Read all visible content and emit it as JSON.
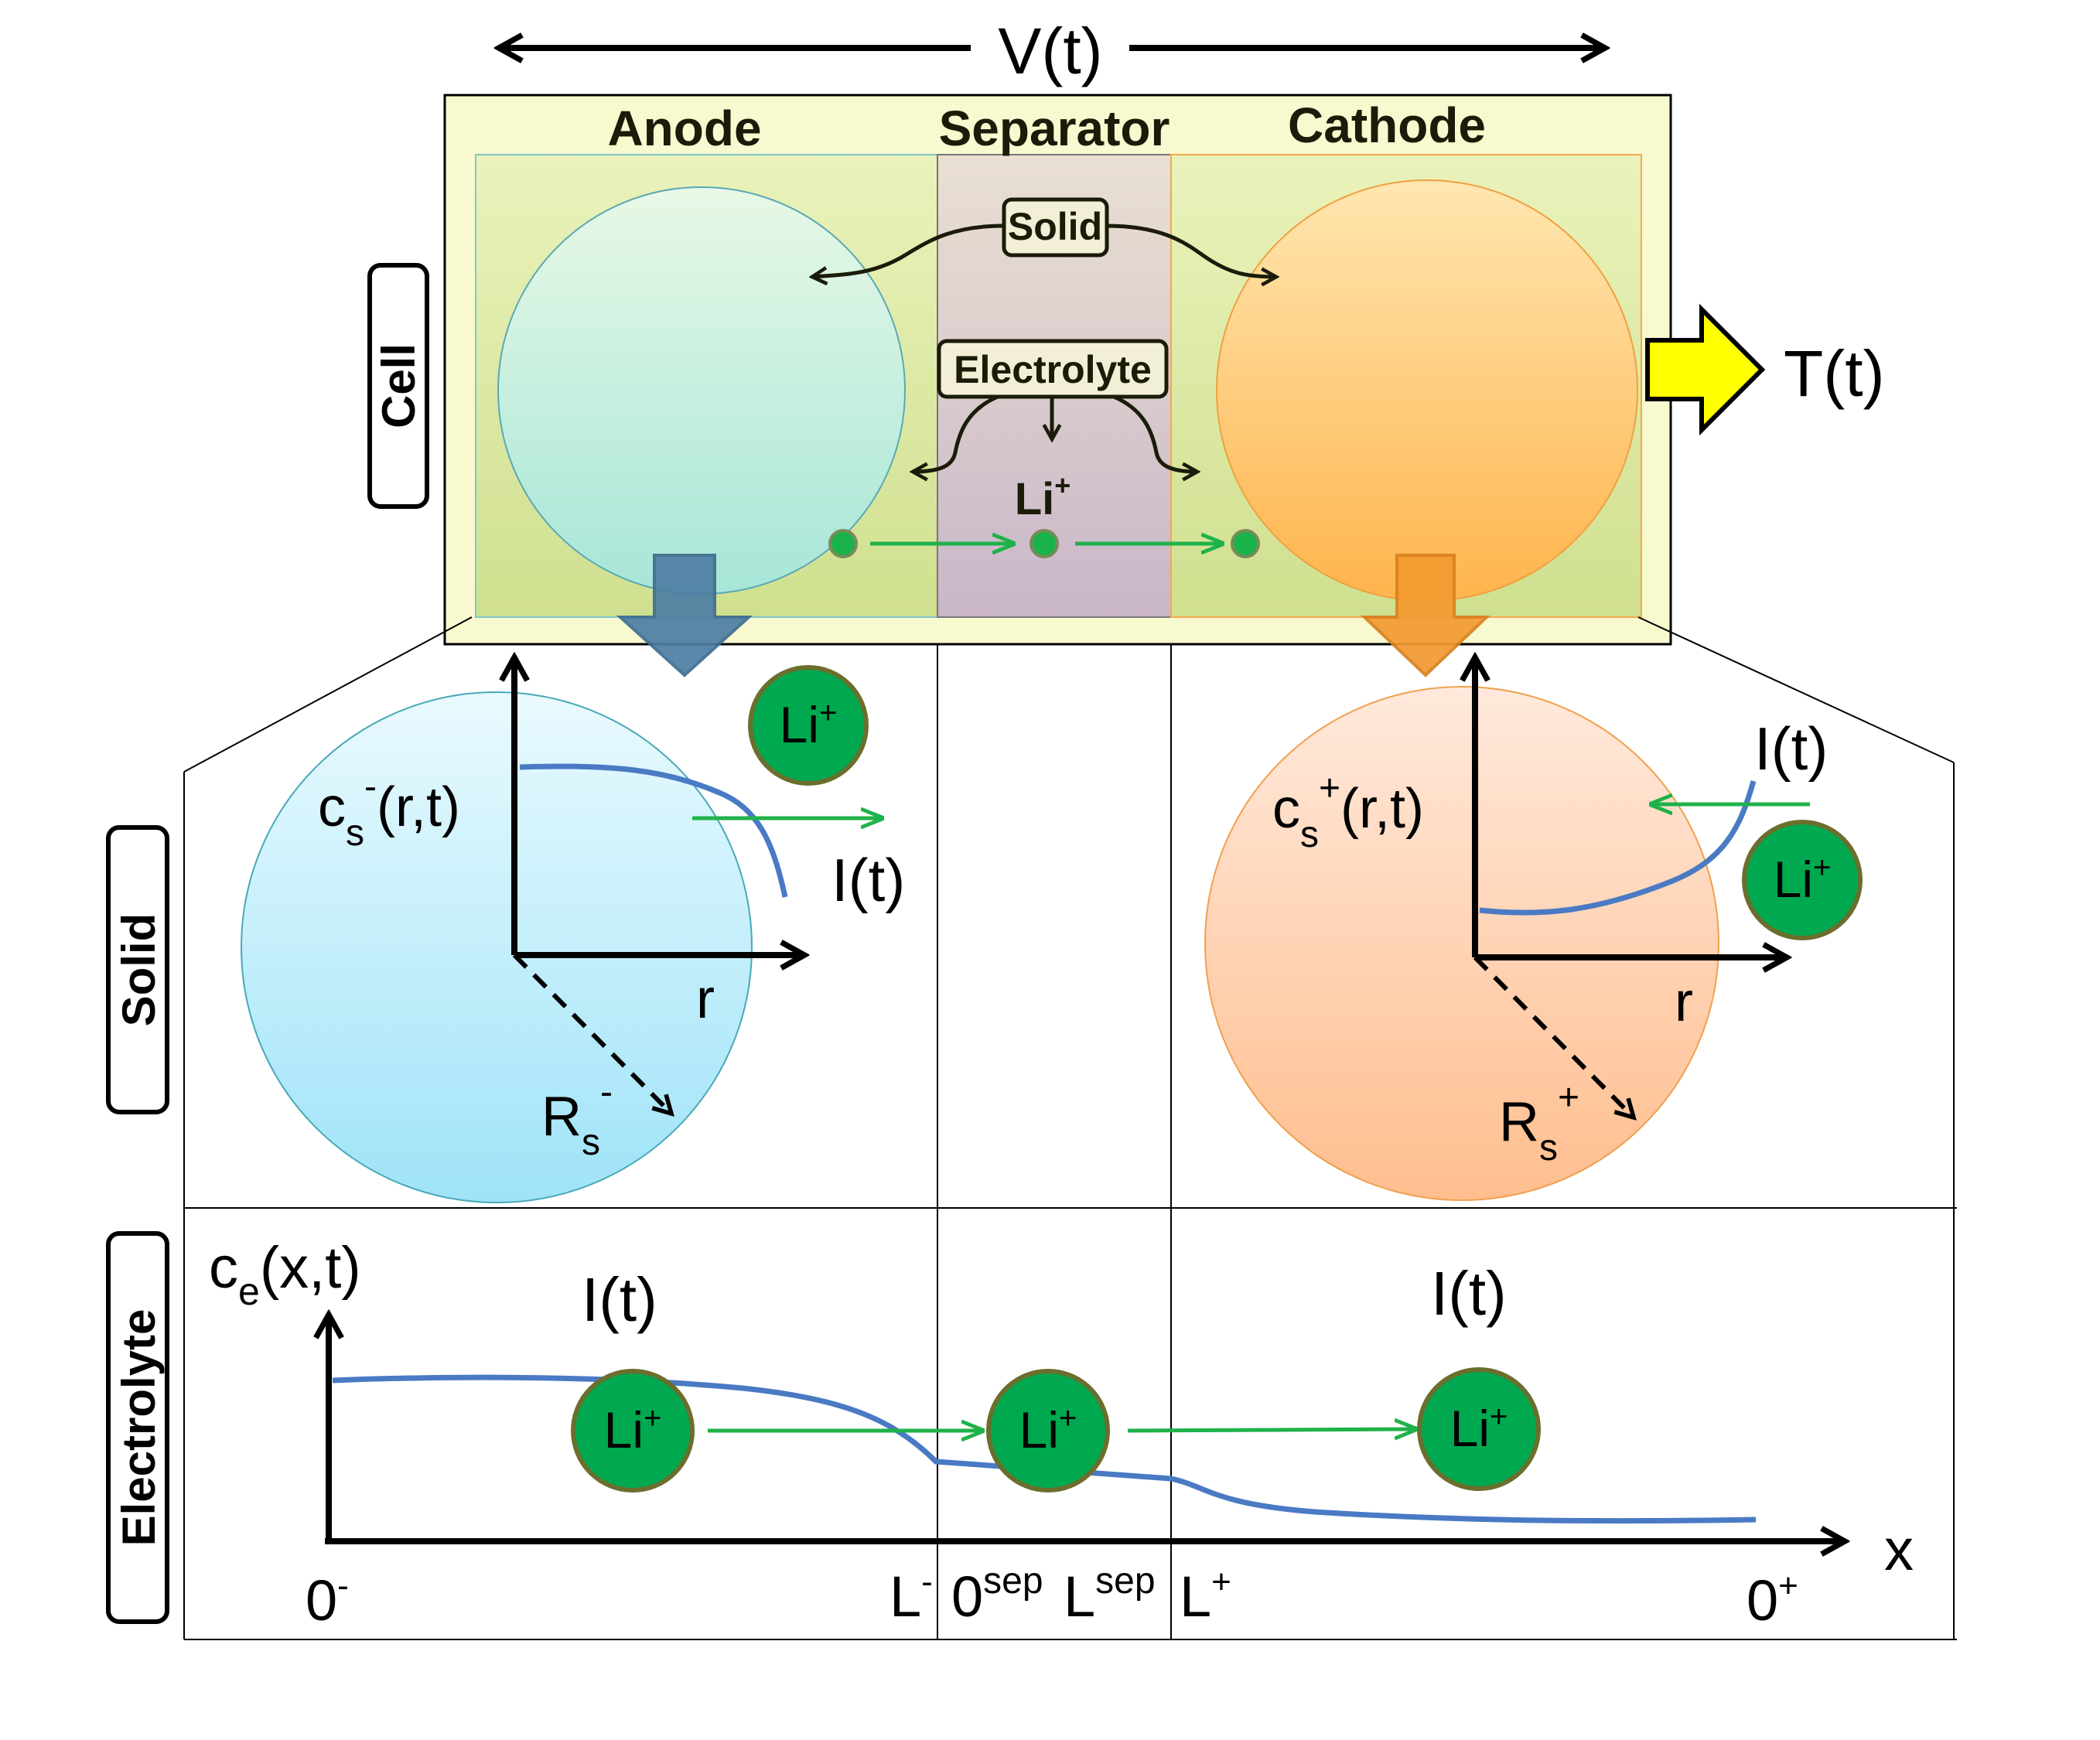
{
  "top": {
    "voltage": "V(t)",
    "temperature": "T(t)"
  },
  "regions": {
    "anode": "Anode",
    "separator": "Separator",
    "cathode": "Cathode"
  },
  "cell_callouts": {
    "solid": "Solid",
    "electrolyte": "Electrolyte",
    "li": "Li",
    "li_sup": "+"
  },
  "side_labels": {
    "cell": "Cell",
    "solid": "Solid",
    "electrolyte": "Electrolyte"
  },
  "solid_panel": {
    "anode_conc": {
      "c": "c",
      "sub": "s",
      "sup": "-",
      "args": "(r,t)"
    },
    "cathode_conc": {
      "c": "c",
      "sub": "s",
      "sup": "+",
      "args": "(r,t)"
    },
    "current": "I(t)",
    "radius_axis": "r",
    "anode_radius": {
      "R": "R",
      "sub": "s",
      "sup": "-"
    },
    "cathode_radius": {
      "R": "R",
      "sub": "s",
      "sup": "+"
    }
  },
  "electrolyte_panel": {
    "conc": {
      "c": "c",
      "sub": "e",
      "args": "(x,t)"
    },
    "current": "I(t)",
    "x_axis": "x",
    "ticks": {
      "origin_minus": {
        "main": "0",
        "sup": "-"
      },
      "L_minus": {
        "main": "L",
        "sup": "-"
      },
      "zero_sep": {
        "main": "0",
        "sup": "sep"
      },
      "L_sep": {
        "main": "L",
        "sup": "sep"
      },
      "L_plus": {
        "main": "L",
        "sup": "+"
      },
      "origin_plus": {
        "main": "0",
        "sup": "+"
      }
    }
  },
  "ion": {
    "main": "Li",
    "sup": "+"
  },
  "colors": {
    "frame_fill": "#f9f9cf",
    "green_band": "#d8e6a3",
    "separator_fill": "#cbbbcb",
    "anode_particle": "#aee8d8",
    "cathode_particle": "#ffbf6e",
    "solid_anode": "#aee8fa",
    "solid_cathode": "#ffc59a",
    "ion_fill": "#00a84f",
    "ion_border": "#6b6e2d",
    "curve": "#4a7ac4",
    "green_arrow": "#1fb24a",
    "anode_down_arrow": "#4e7ea3",
    "cathode_down_arrow": "#f39a30",
    "temp_arrow": "#ffff00"
  }
}
